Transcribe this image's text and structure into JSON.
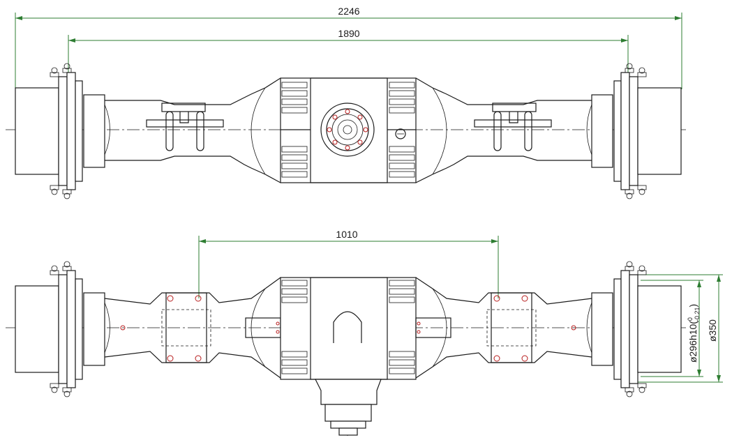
{
  "dimensions": {
    "overall_width": "2246",
    "flange_span": "1890",
    "mount_span": "1010",
    "hub_fit_diameter": "ø296h10(",
    "tolerance_upper": "0",
    "tolerance_lower": "-0.21",
    "tolerance_close": ")",
    "hub_outer_diameter": "ø350"
  },
  "colors": {
    "dimension_lines": "#2e7d32",
    "bolt_holes": "#b71c1c",
    "outline": "#1a1a1a"
  }
}
